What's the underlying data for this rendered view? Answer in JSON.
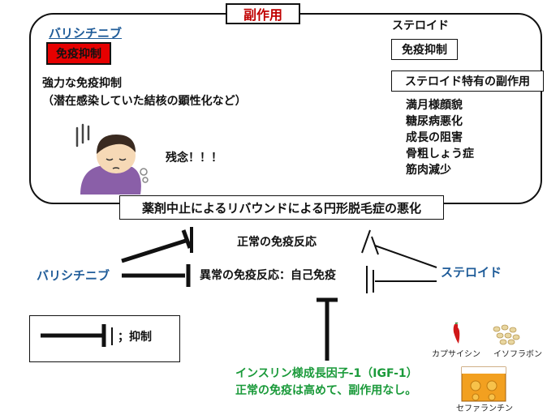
{
  "title": "副作用",
  "left_drug": {
    "name": "バリシチニブ",
    "badge": "免疫抑制",
    "description_line1": "強力な免疫抑制",
    "description_line2": "（潜在感染していた結核の顕性化など）",
    "exclamation": "残念！！！"
  },
  "right_drug": {
    "name": "ステロイド",
    "box1": "免疫抑制",
    "box2": "ステロイド特有の副作用",
    "effects": [
      "満月様顔貌",
      "糖尿病悪化",
      "成長の阻害",
      "骨粗しょう症",
      "筋肉減少"
    ]
  },
  "rebound": "薬剤中止によるリバウンドによる円形脱毛症の悪化",
  "mechanism": {
    "normal_response": "正常の免疫反応",
    "abnormal_response": "異常の免疫反応：自己免疫",
    "left_drug_label": "バリシチニブ",
    "right_drug_label": "ステロイド"
  },
  "legend": {
    "label": "；抑制"
  },
  "igf": {
    "line1": "インスリン様成長因子-1（IGF-1）",
    "line2": "正常の免疫は高めて、副作用なし。"
  },
  "supplements": [
    "カプサイシン",
    "イソフラボン",
    "セファランチン"
  ],
  "colors": {
    "blue": "#1f5c99",
    "red": "#e60000",
    "green": "#1a9a3a"
  }
}
